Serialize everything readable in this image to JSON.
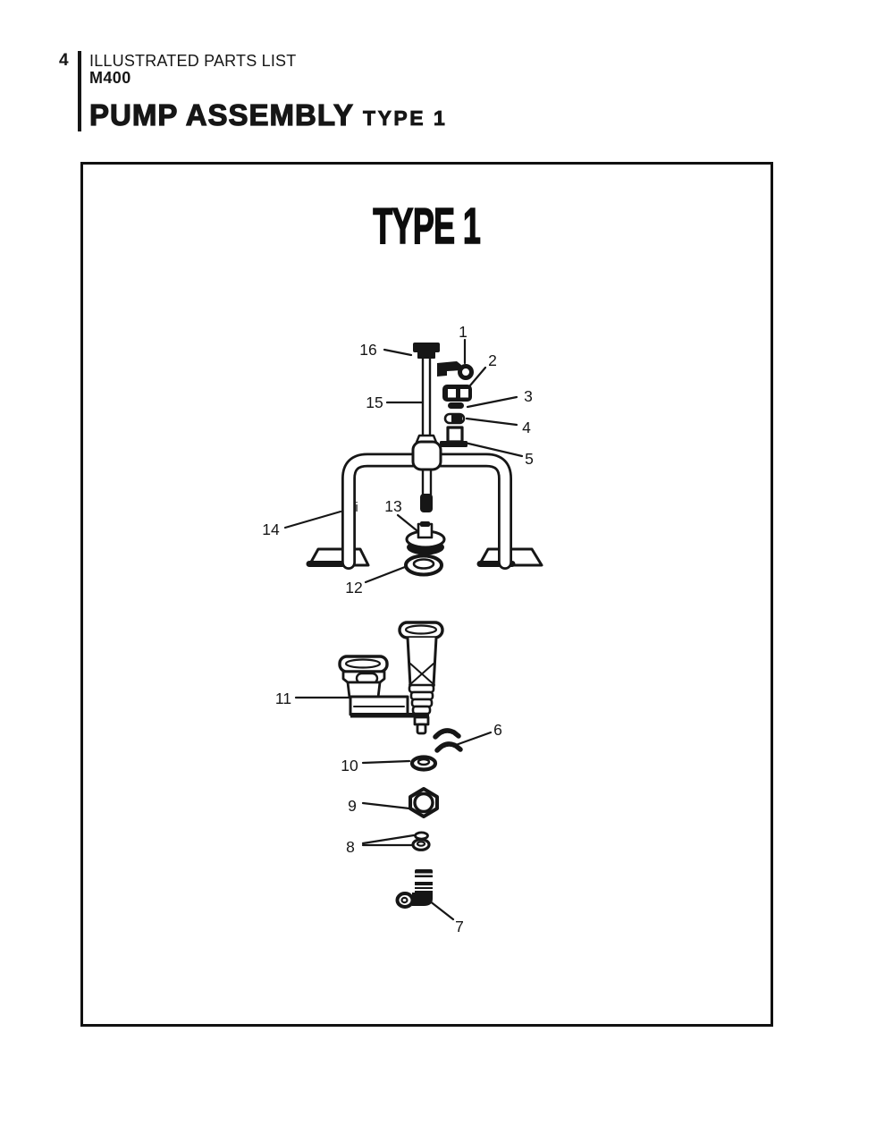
{
  "colors": {
    "ink": "#161616",
    "paper": "#ffffff"
  },
  "header": {
    "page_number": "4",
    "doc_title": "ILLUSTRATED PARTS LIST",
    "model": "M400",
    "section_title": "PUMP ASSEMBLY",
    "section_subtitle": "TYPE 1"
  },
  "diagram": {
    "title": "TYPE 1",
    "stray_mark": "i",
    "callouts": [
      "1",
      "2",
      "3",
      "4",
      "5",
      "6",
      "7",
      "8",
      "9",
      "10",
      "11",
      "12",
      "13",
      "14",
      "15",
      "16"
    ]
  }
}
